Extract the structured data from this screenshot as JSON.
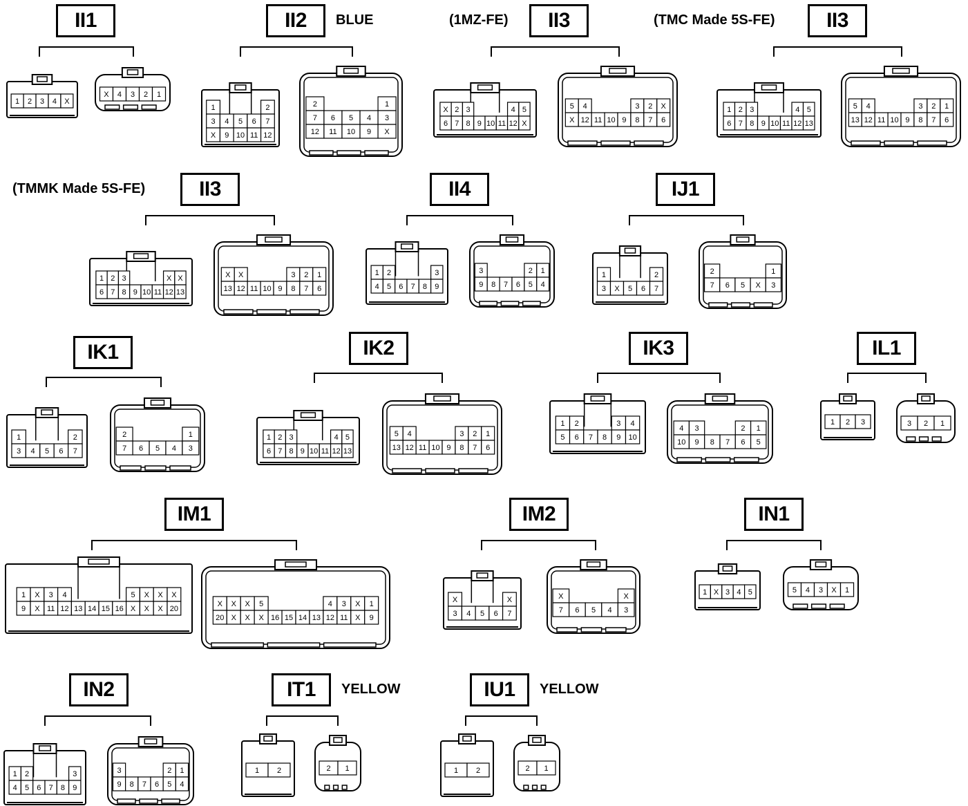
{
  "diagram": {
    "connectors": [
      {
        "id": "c1",
        "code": "II1",
        "pre": "",
        "post": "",
        "female": {
          "rows": [
            [
              "1",
              "2",
              "3",
              "4",
              "X"
            ]
          ]
        },
        "male": {
          "rows": [
            [
              "X",
              "4",
              "3",
              "2",
              "1"
            ]
          ]
        }
      },
      {
        "id": "c2",
        "code": "II2",
        "pre": "",
        "post": "BLUE",
        "female": {
          "rows": [
            [
              "1",
              "",
              "",
              "",
              "2"
            ],
            [
              "3",
              "4",
              "5",
              "6",
              "7"
            ],
            [
              "X",
              "9",
              "10",
              "11",
              "12"
            ]
          ]
        },
        "male": {
          "rows": [
            [
              "2",
              "",
              "",
              "",
              "1"
            ],
            [
              "7",
              "6",
              "5",
              "4",
              "3"
            ],
            [
              "12",
              "11",
              "10",
              "9",
              "X"
            ]
          ]
        }
      },
      {
        "id": "c3",
        "code": "II3",
        "pre": "(1MZ-FE)",
        "post": "",
        "female": {
          "rows": [
            [
              "X",
              "2",
              "3",
              "",
              "",
              "",
              "4",
              "5"
            ],
            [
              "6",
              "7",
              "8",
              "9",
              "10",
              "11",
              "12",
              "X"
            ]
          ]
        },
        "male": {
          "rows": [
            [
              "5",
              "4",
              "",
              "",
              "",
              "3",
              "2",
              "X"
            ],
            [
              "X",
              "12",
              "11",
              "10",
              "9",
              "8",
              "7",
              "6"
            ]
          ]
        }
      },
      {
        "id": "c4",
        "code": "II3",
        "pre": "(TMC Made 5S-FE)",
        "post": "",
        "female": {
          "rows": [
            [
              "1",
              "2",
              "3",
              "",
              "",
              "",
              "4",
              "5"
            ],
            [
              "6",
              "7",
              "8",
              "9",
              "10",
              "11",
              "12",
              "13"
            ]
          ]
        },
        "male": {
          "rows": [
            [
              "5",
              "4",
              "",
              "",
              "",
              "3",
              "2",
              "1"
            ],
            [
              "13",
              "12",
              "11",
              "10",
              "9",
              "8",
              "7",
              "6"
            ]
          ]
        }
      },
      {
        "id": "c5",
        "code": "II3",
        "pre": "(TMMK Made 5S-FE)",
        "post": "",
        "female": {
          "rows": [
            [
              "1",
              "2",
              "3",
              "",
              "",
              "",
              "X",
              "X"
            ],
            [
              "6",
              "7",
              "8",
              "9",
              "10",
              "11",
              "12",
              "13"
            ]
          ]
        },
        "male": {
          "rows": [
            [
              "X",
              "X",
              "",
              "",
              "",
              "3",
              "2",
              "1"
            ],
            [
              "13",
              "12",
              "11",
              "10",
              "9",
              "8",
              "7",
              "6"
            ]
          ]
        }
      },
      {
        "id": "c6",
        "code": "II4",
        "pre": "",
        "post": "",
        "female": {
          "rows": [
            [
              "1",
              "2",
              "",
              "",
              "",
              "3"
            ],
            [
              "4",
              "5",
              "6",
              "7",
              "8",
              "9"
            ]
          ]
        },
        "male": {
          "rows": [
            [
              "3",
              "",
              "",
              "",
              "2",
              "1"
            ],
            [
              "9",
              "8",
              "7",
              "6",
              "5",
              "4"
            ]
          ]
        }
      },
      {
        "id": "c7",
        "code": "IJ1",
        "pre": "",
        "post": "",
        "female": {
          "rows": [
            [
              "1",
              "",
              "",
              "",
              "2"
            ],
            [
              "3",
              "X",
              "5",
              "6",
              "7"
            ]
          ]
        },
        "male": {
          "rows": [
            [
              "2",
              "",
              "",
              "",
              "1"
            ],
            [
              "7",
              "6",
              "5",
              "X",
              "3"
            ]
          ]
        }
      },
      {
        "id": "c8",
        "code": "IK1",
        "pre": "",
        "post": "",
        "female": {
          "rows": [
            [
              "1",
              "",
              "",
              "",
              "2"
            ],
            [
              "3",
              "4",
              "5",
              "6",
              "7"
            ]
          ]
        },
        "male": {
          "rows": [
            [
              "2",
              "",
              "",
              "",
              "1"
            ],
            [
              "7",
              "6",
              "5",
              "4",
              "3"
            ]
          ]
        }
      },
      {
        "id": "c9",
        "code": "IK2",
        "pre": "",
        "post": "",
        "female": {
          "rows": [
            [
              "1",
              "2",
              "3",
              "",
              "",
              "",
              "4",
              "5"
            ],
            [
              "6",
              "7",
              "8",
              "9",
              "10",
              "11",
              "12",
              "13"
            ]
          ]
        },
        "male": {
          "rows": [
            [
              "5",
              "4",
              "",
              "",
              "",
              "3",
              "2",
              "1"
            ],
            [
              "13",
              "12",
              "11",
              "10",
              "9",
              "8",
              "7",
              "6"
            ]
          ]
        }
      },
      {
        "id": "c10",
        "code": "IK3",
        "pre": "",
        "post": "",
        "female": {
          "rows": [
            [
              "1",
              "2",
              "",
              "",
              "3",
              "4"
            ],
            [
              "5",
              "6",
              "7",
              "8",
              "9",
              "10"
            ]
          ]
        },
        "male": {
          "rows": [
            [
              "4",
              "3",
              "",
              "",
              "2",
              "1"
            ],
            [
              "10",
              "9",
              "8",
              "7",
              "6",
              "5"
            ]
          ]
        }
      },
      {
        "id": "c11",
        "code": "IL1",
        "pre": "",
        "post": "",
        "female": {
          "rows": [
            [
              "1",
              "2",
              "3"
            ]
          ]
        },
        "male": {
          "rows": [
            [
              "3",
              "2",
              "1"
            ]
          ]
        }
      },
      {
        "id": "c12",
        "code": "IM1",
        "pre": "",
        "post": "",
        "female": {
          "rows": [
            [
              "1",
              "X",
              "3",
              "4",
              "",
              "",
              "",
              "",
              "5",
              "X",
              "X",
              "X"
            ],
            [
              "9",
              "X",
              "11",
              "12",
              "13",
              "14",
              "15",
              "16",
              "X",
              "X",
              "X",
              "20"
            ]
          ]
        },
        "male": {
          "rows": [
            [
              "X",
              "X",
              "X",
              "5",
              "",
              "",
              "",
              "",
              "4",
              "3",
              "X",
              "1"
            ],
            [
              "20",
              "X",
              "X",
              "X",
              "16",
              "15",
              "14",
              "13",
              "12",
              "11",
              "X",
              "9"
            ]
          ]
        }
      },
      {
        "id": "c13",
        "code": "IM2",
        "pre": "",
        "post": "",
        "female": {
          "rows": [
            [
              "X",
              "",
              "",
              "",
              "X"
            ],
            [
              "3",
              "4",
              "5",
              "6",
              "7"
            ]
          ]
        },
        "male": {
          "rows": [
            [
              "X",
              "",
              "",
              "",
              "X"
            ],
            [
              "7",
              "6",
              "5",
              "4",
              "3"
            ]
          ]
        }
      },
      {
        "id": "c14",
        "code": "IN1",
        "pre": "",
        "post": "",
        "female": {
          "rows": [
            [
              "1",
              "X",
              "3",
              "4",
              "5"
            ]
          ]
        },
        "male": {
          "rows": [
            [
              "5",
              "4",
              "3",
              "X",
              "1"
            ]
          ]
        }
      },
      {
        "id": "c15",
        "code": "IN2",
        "pre": "",
        "post": "",
        "female": {
          "rows": [
            [
              "1",
              "2",
              "",
              "",
              "",
              "3"
            ],
            [
              "4",
              "5",
              "6",
              "7",
              "8",
              "9"
            ]
          ]
        },
        "male": {
          "rows": [
            [
              "3",
              "",
              "",
              "",
              "2",
              "1"
            ],
            [
              "9",
              "8",
              "7",
              "6",
              "5",
              "4"
            ]
          ]
        }
      },
      {
        "id": "c16",
        "code": "IT1",
        "pre": "",
        "post": "YELLOW",
        "female": {
          "rows": [
            [
              "1",
              "2"
            ]
          ]
        },
        "male": {
          "rows": [
            [
              "2",
              "1"
            ]
          ]
        }
      },
      {
        "id": "c17",
        "code": "IU1",
        "pre": "",
        "post": "YELLOW",
        "female": {
          "rows": [
            [
              "1",
              "2"
            ]
          ]
        },
        "male": {
          "rows": [
            [
              "2",
              "1"
            ]
          ]
        }
      }
    ]
  }
}
